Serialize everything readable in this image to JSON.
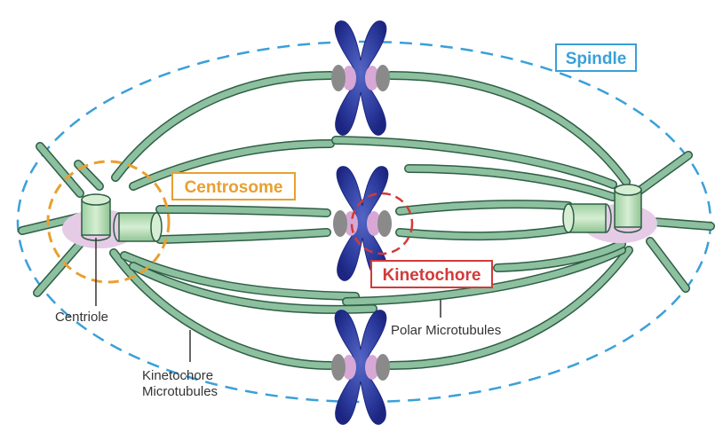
{
  "labels": {
    "spindle": "Spindle",
    "centrosome": "Centrosome",
    "kinetochore": "Kinetochore",
    "centriole": "Centriole",
    "polar_microtubules": "Polar Microtubules",
    "kinetochore_microtubules_line1": "Kinetochore",
    "kinetochore_microtubules_line2": "Microtubules"
  },
  "colors": {
    "spindle": "#3aa0d8",
    "centrosome": "#e8a030",
    "kinetochore": "#d23a3a",
    "chromosome": "#2a3d9e",
    "microtubule": "#8cc09f",
    "centriole": "#b9dcb6",
    "pericentriolar": "#e6cbe6"
  },
  "icons": {
    "chromosome": "x-shaped-chromosome",
    "centriole": "cylinder"
  }
}
